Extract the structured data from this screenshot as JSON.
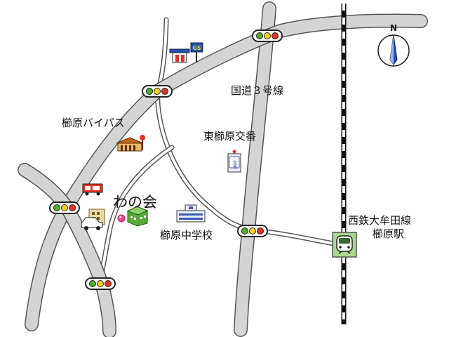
{
  "labels": {
    "route3": "国道３号線",
    "bypass": "櫛原バイパス",
    "koban": "東櫛原交番",
    "venue": "わの会",
    "school": "櫛原中学校",
    "railway": "西鉄大牟田線",
    "station": "櫛原駅"
  },
  "icons": {
    "gas_station_sign": "GS",
    "koban_sign": "交番",
    "compass_letter": "N"
  },
  "colors": {
    "road_fill": "#d4d4d4",
    "road_edge": "#555555",
    "signal_green": "#4caf2a",
    "signal_yellow": "#f3d21a",
    "signal_red": "#e53322",
    "marker_pink": "#ee4a86",
    "station_green": "#a9d98c"
  }
}
